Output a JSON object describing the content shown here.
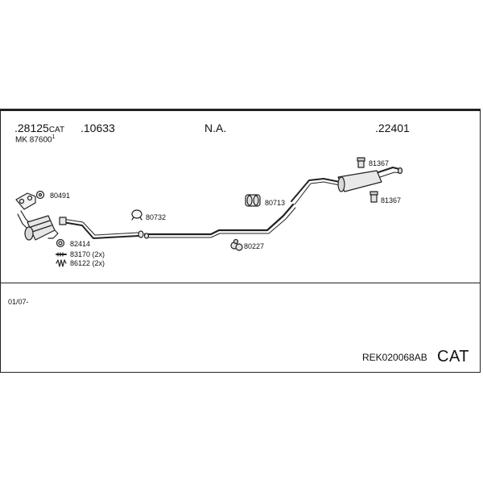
{
  "header": {
    "part_cat": ".28125",
    "part_cat_suffix": "CAT",
    "mk": "MK  87600",
    "mk_sup": "1",
    "part_pipe": ".10633",
    "na": "N.A.",
    "part_rear": ".22401"
  },
  "parts": {
    "p80491": "80491",
    "p80732": "80732",
    "p82414": "82414",
    "p83170": "83170 (2x)",
    "p86122": "86122 (2x)",
    "p80713": "80713",
    "p80227": "80227",
    "p81367_top": "81367",
    "p81367_bottom": "81367"
  },
  "footer": {
    "date_range": "01/07-",
    "ref_code": "REK020068AB",
    "cat_label": "CAT"
  }
}
